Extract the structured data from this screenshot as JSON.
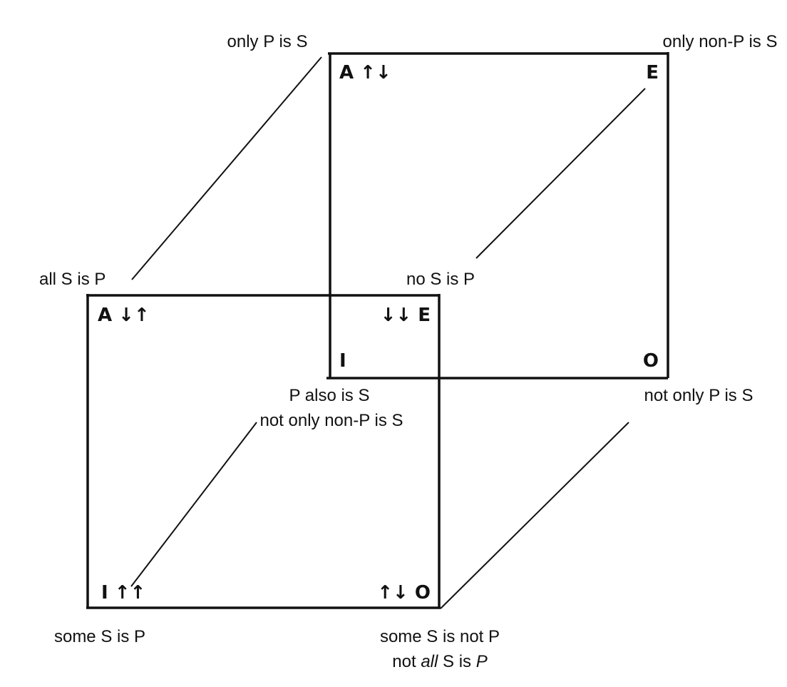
{
  "title": "Cube of opposition",
  "back_face": {
    "top_left_label": "only P is S",
    "top_right_label": "only non-P is S",
    "bottom_left_label_1": "P also is S",
    "bottom_left_label_2": "not only non-P is S",
    "bottom_right_label": "not only P is S",
    "corner_a": "A ↑↓",
    "corner_e": "E",
    "corner_i": "I",
    "corner_o": "O"
  },
  "front_face": {
    "top_left_label": "all S is P",
    "top_right_label": "no S is P",
    "bottom_left_label": "some S is P",
    "bottom_right_label_1": "some S is not P",
    "bottom_right_label_2_pre": "not ",
    "bottom_right_label_2_all": "all",
    "bottom_right_label_2_mid": " S is ",
    "bottom_right_label_2_p": "P",
    "corner_a": "A ↓↑",
    "corner_e": "↓↓ E",
    "corner_i": "I ↑↑",
    "corner_o": "↑↓ O"
  }
}
